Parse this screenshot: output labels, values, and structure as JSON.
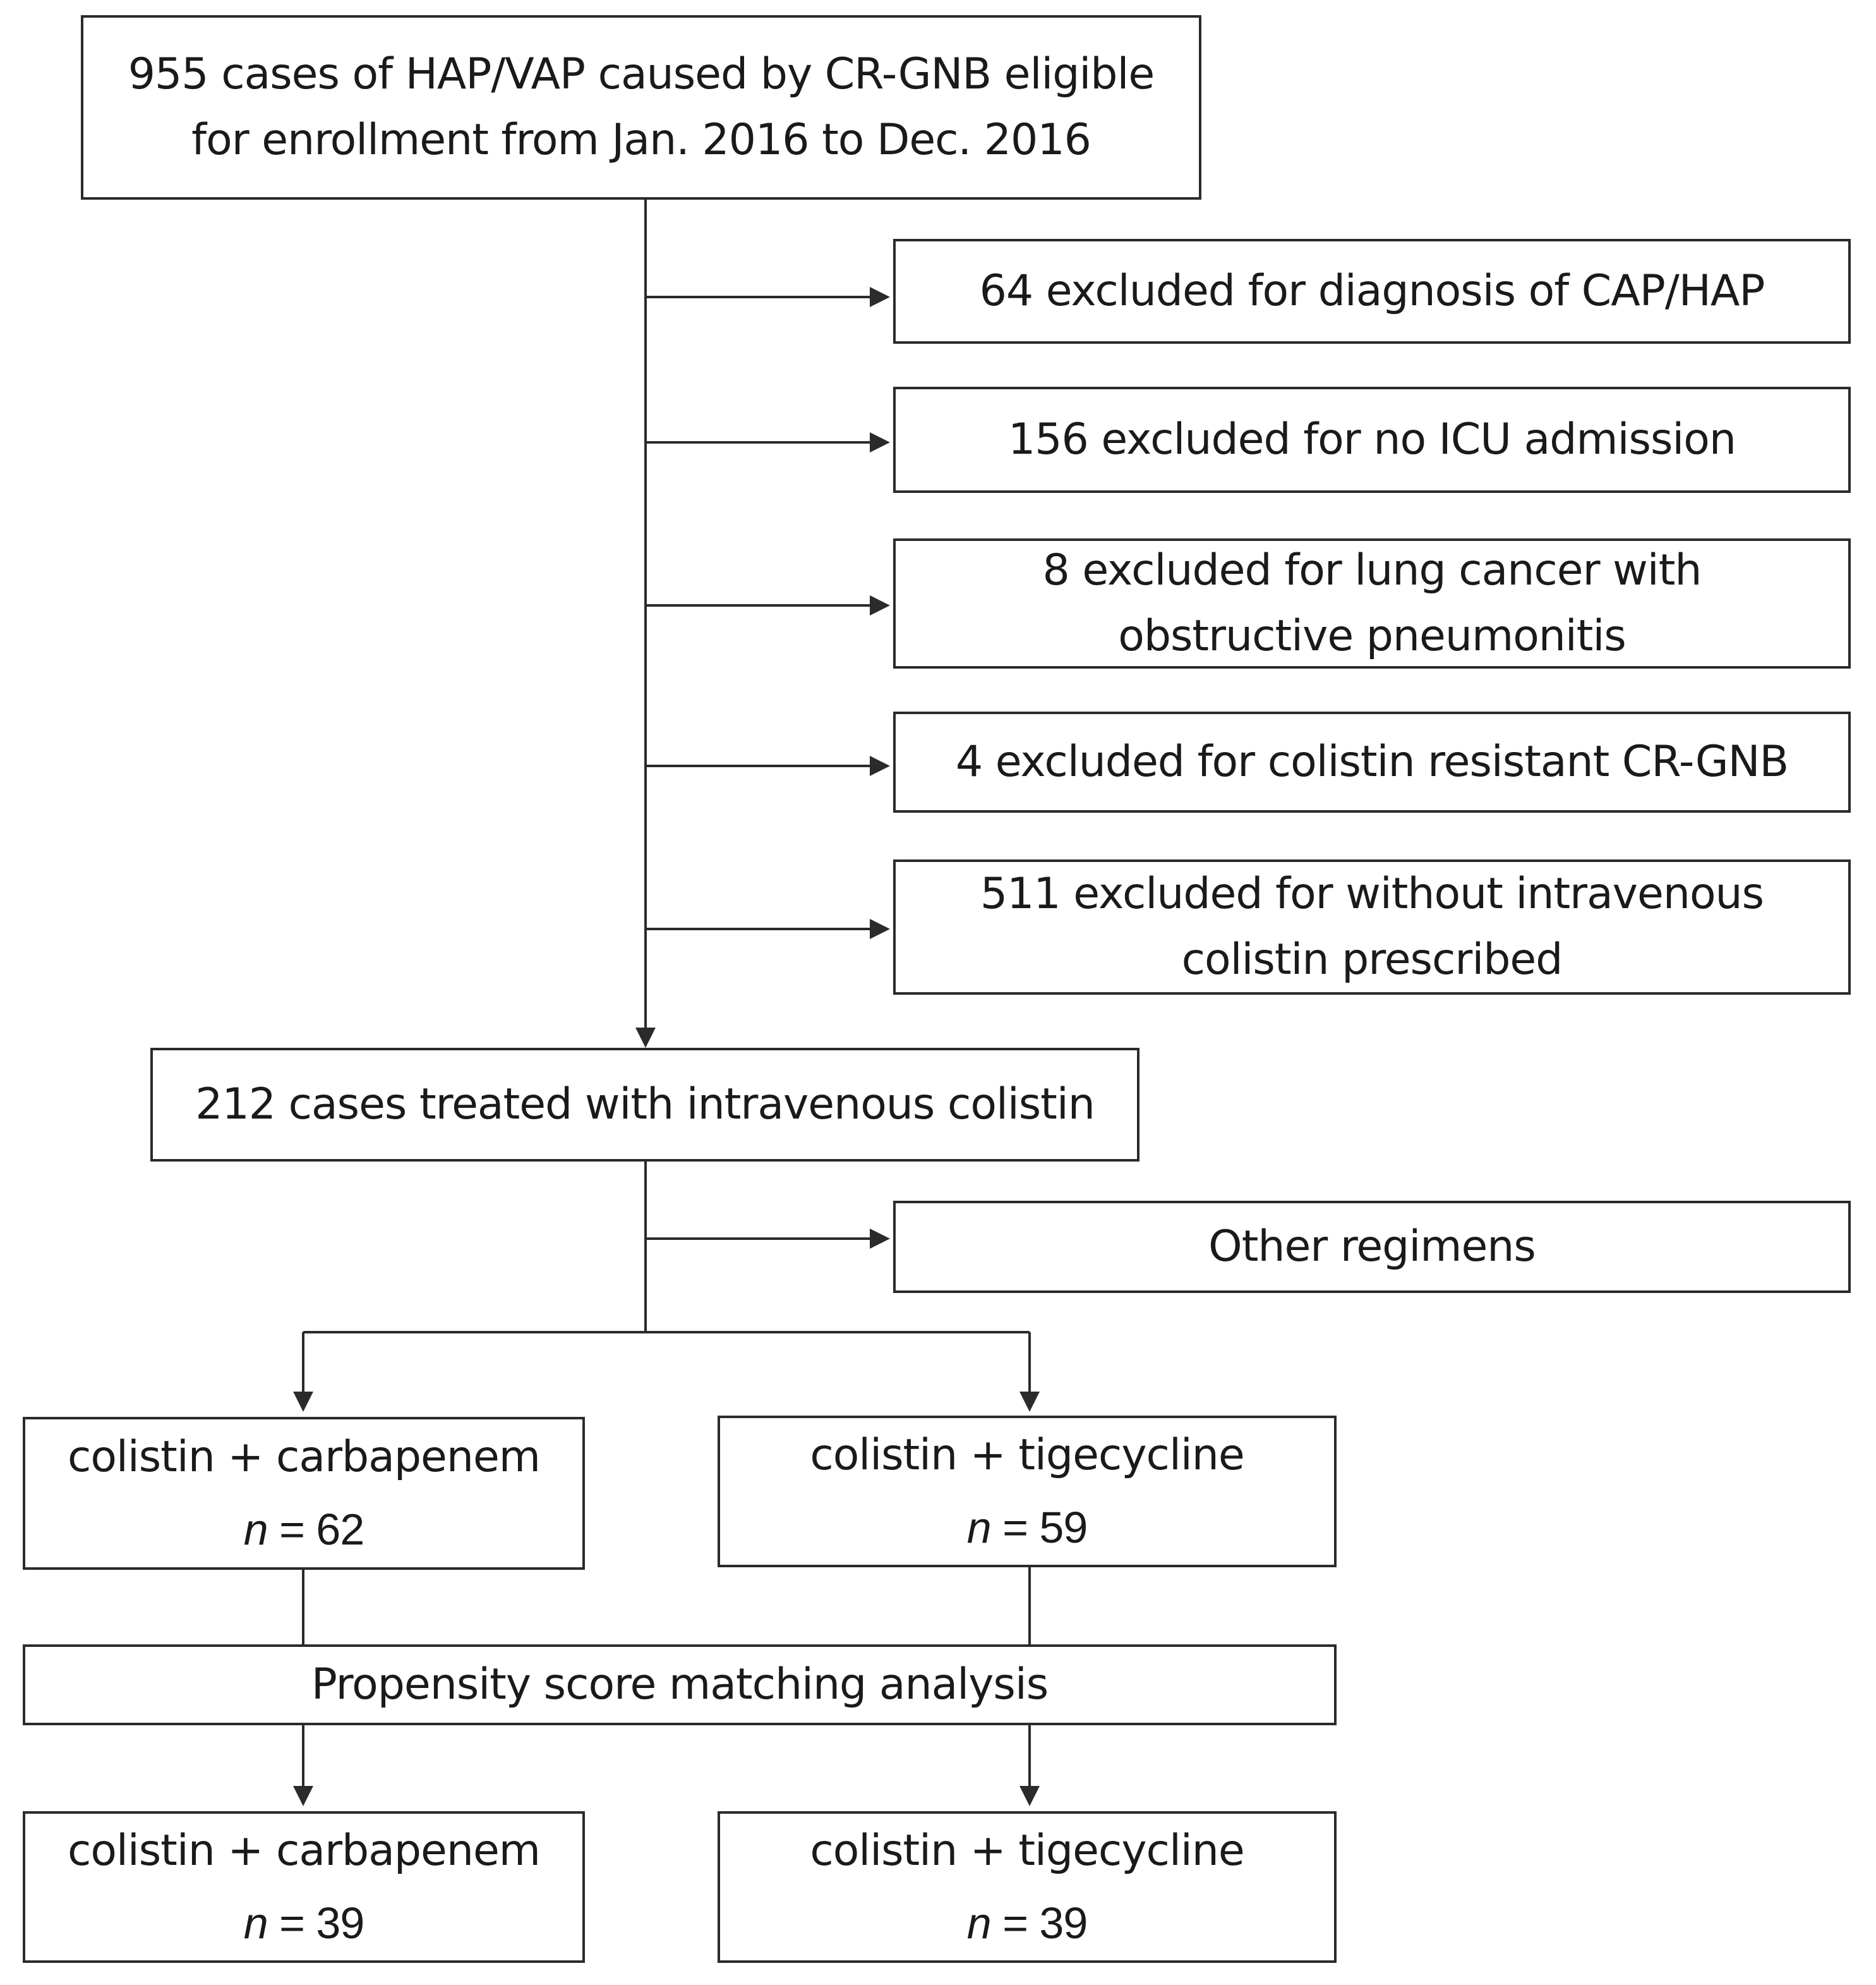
{
  "enrollment": {
    "line1": "955 cases of HAP/VAP caused by CR-GNB eligible",
    "line2": "for enrollment from Jan. 2016 to Dec. 2016"
  },
  "exclusions": [
    {
      "line1": "64 excluded for diagnosis of CAP/HAP"
    },
    {
      "line1": "156 excluded for no ICU admission"
    },
    {
      "line1": "8 excluded for lung cancer with",
      "line2": "obstructive pneumonitis"
    },
    {
      "line1": "4 excluded for colistin resistant CR-GNB"
    },
    {
      "line1": "511 excluded for without intravenous",
      "line2": "colistin prescribed"
    }
  ],
  "treated": {
    "label": "212 cases treated with intravenous colistin"
  },
  "other": {
    "label": "Other regimens"
  },
  "groups_before": [
    {
      "label": "colistin + carbapenem",
      "n_symbol": "n",
      "n_text": " = 62"
    },
    {
      "label": "colistin + tigecycline",
      "n_symbol": "n",
      "n_text": " = 59"
    }
  ],
  "matching": {
    "label": "Propensity score matching analysis"
  },
  "groups_after": [
    {
      "label": "colistin + carbapenem",
      "n_symbol": "n",
      "n_text": " = 39"
    },
    {
      "label": "colistin + tigecycline",
      "n_symbol": "n",
      "n_text": " = 39"
    }
  ],
  "colors": {
    "line": "#2b2b2b",
    "text": "#1a1a1a",
    "background": "#ffffff"
  }
}
